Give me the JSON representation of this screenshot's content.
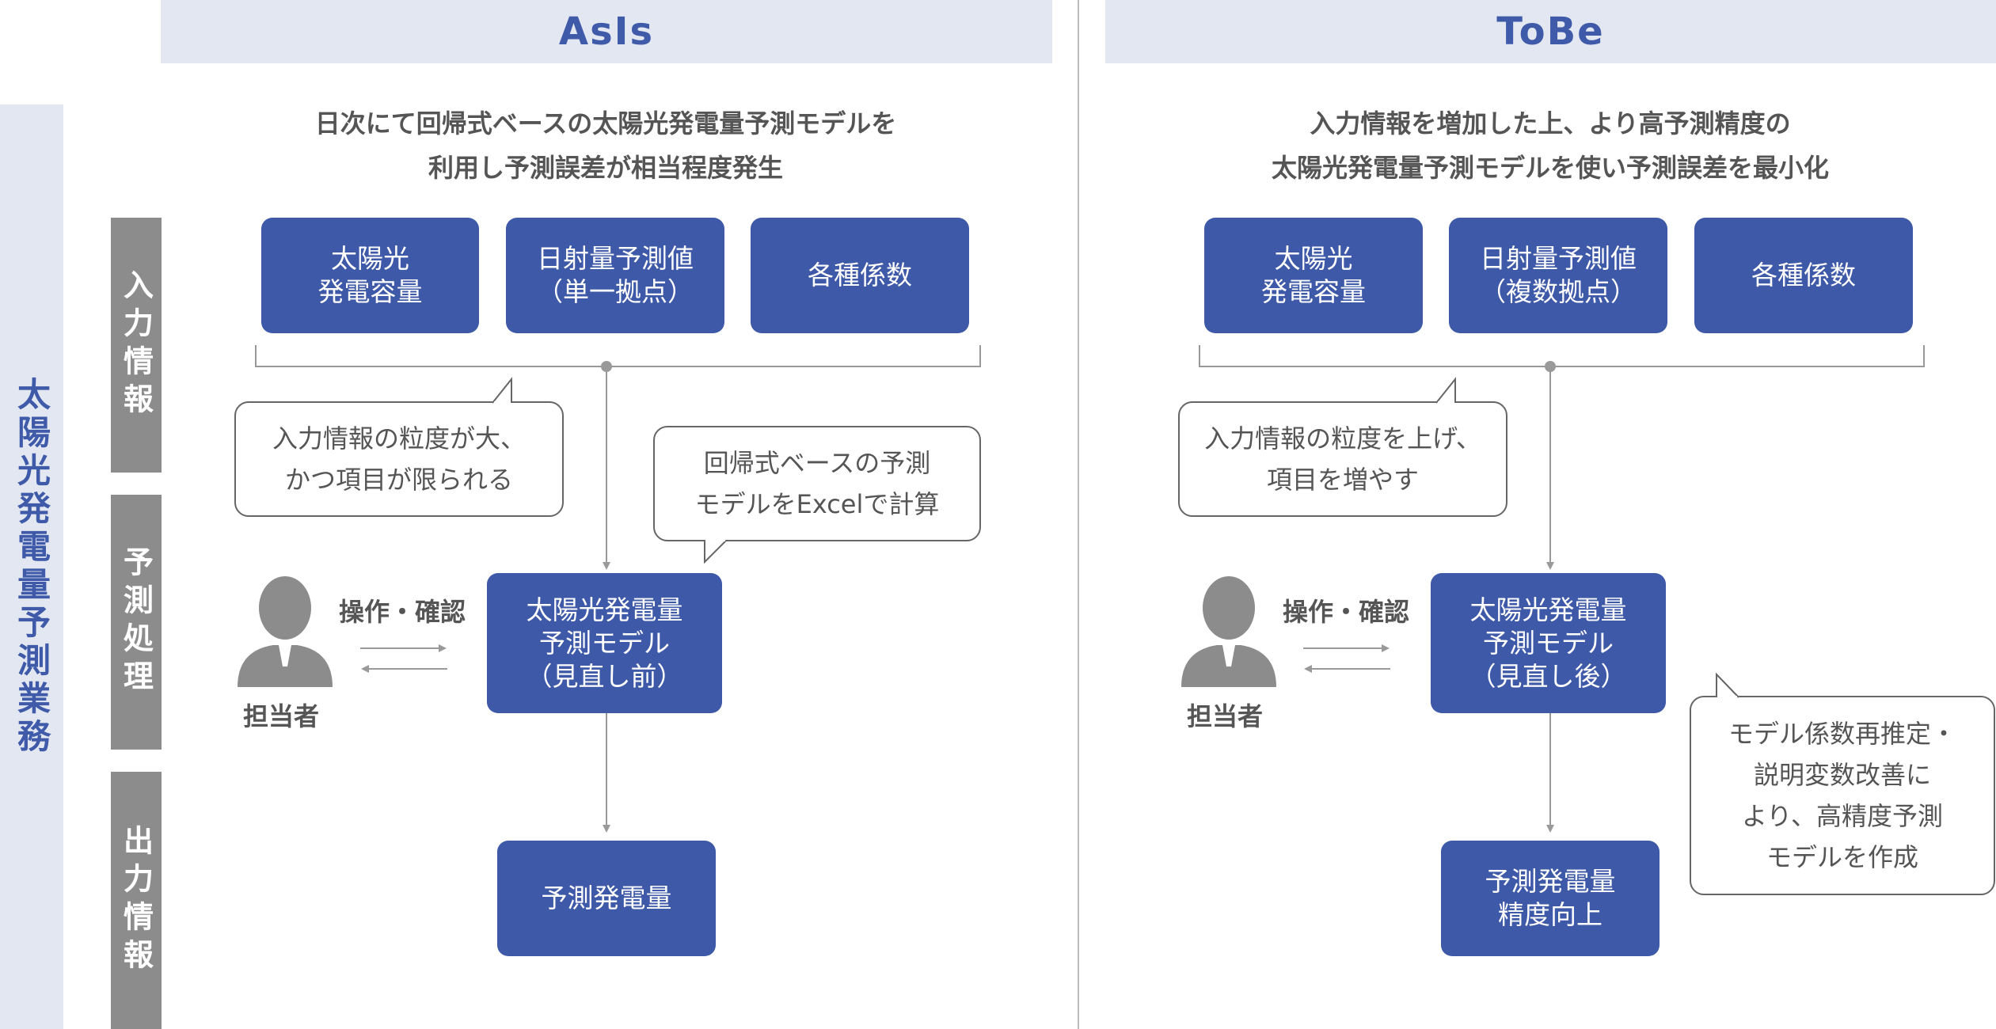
{
  "side_title": "太陽光発電量予測業務",
  "phases": [
    "入力情報",
    "予測処理",
    "出力情報"
  ],
  "asis": {
    "header": "AsIs",
    "caption": "日次にて回帰式ベースの太陽光発電量予測モデルを\n利用し予測誤差が相当程度発生",
    "inputs": [
      "太陽光\n発電容量",
      "日射量予測値\n（単一拠点）",
      "各種係数"
    ],
    "bubble_input": "入力情報の粒度が大、\nかつ項目が限られる",
    "bubble_model": "回帰式ベースの予測\nモデルをExcelで計算",
    "operation": "操作・確認",
    "person": "担当者",
    "model": "太陽光発電量\n予測モデル\n（見直し前）",
    "output": "予測発電量"
  },
  "tobe": {
    "header": "ToBe",
    "caption": "入力情報を増加した上、より高予測精度の\n太陽光発電量予測モデルを使い予測誤差を最小化",
    "inputs": [
      "太陽光\n発電容量",
      "日射量予測値\n（複数拠点）",
      "各種係数"
    ],
    "bubble_input": "入力情報の粒度を上げ、\n項目を増やす",
    "bubble_model": "モデル係数再推定・\n説明変数改善に\nより、高精度予測\nモデルを作成",
    "operation": "操作・確認",
    "person": "担当者",
    "model": "太陽光発電量\n予測モデル\n（見直し後）",
    "output": "予測発電量\n精度向上"
  },
  "colors": {
    "accent": "#3e59a7",
    "header_bg": "#e2e7f2",
    "phase_bg": "#8c8c8c",
    "line": "#999999",
    "person": "#8c8c8c"
  }
}
